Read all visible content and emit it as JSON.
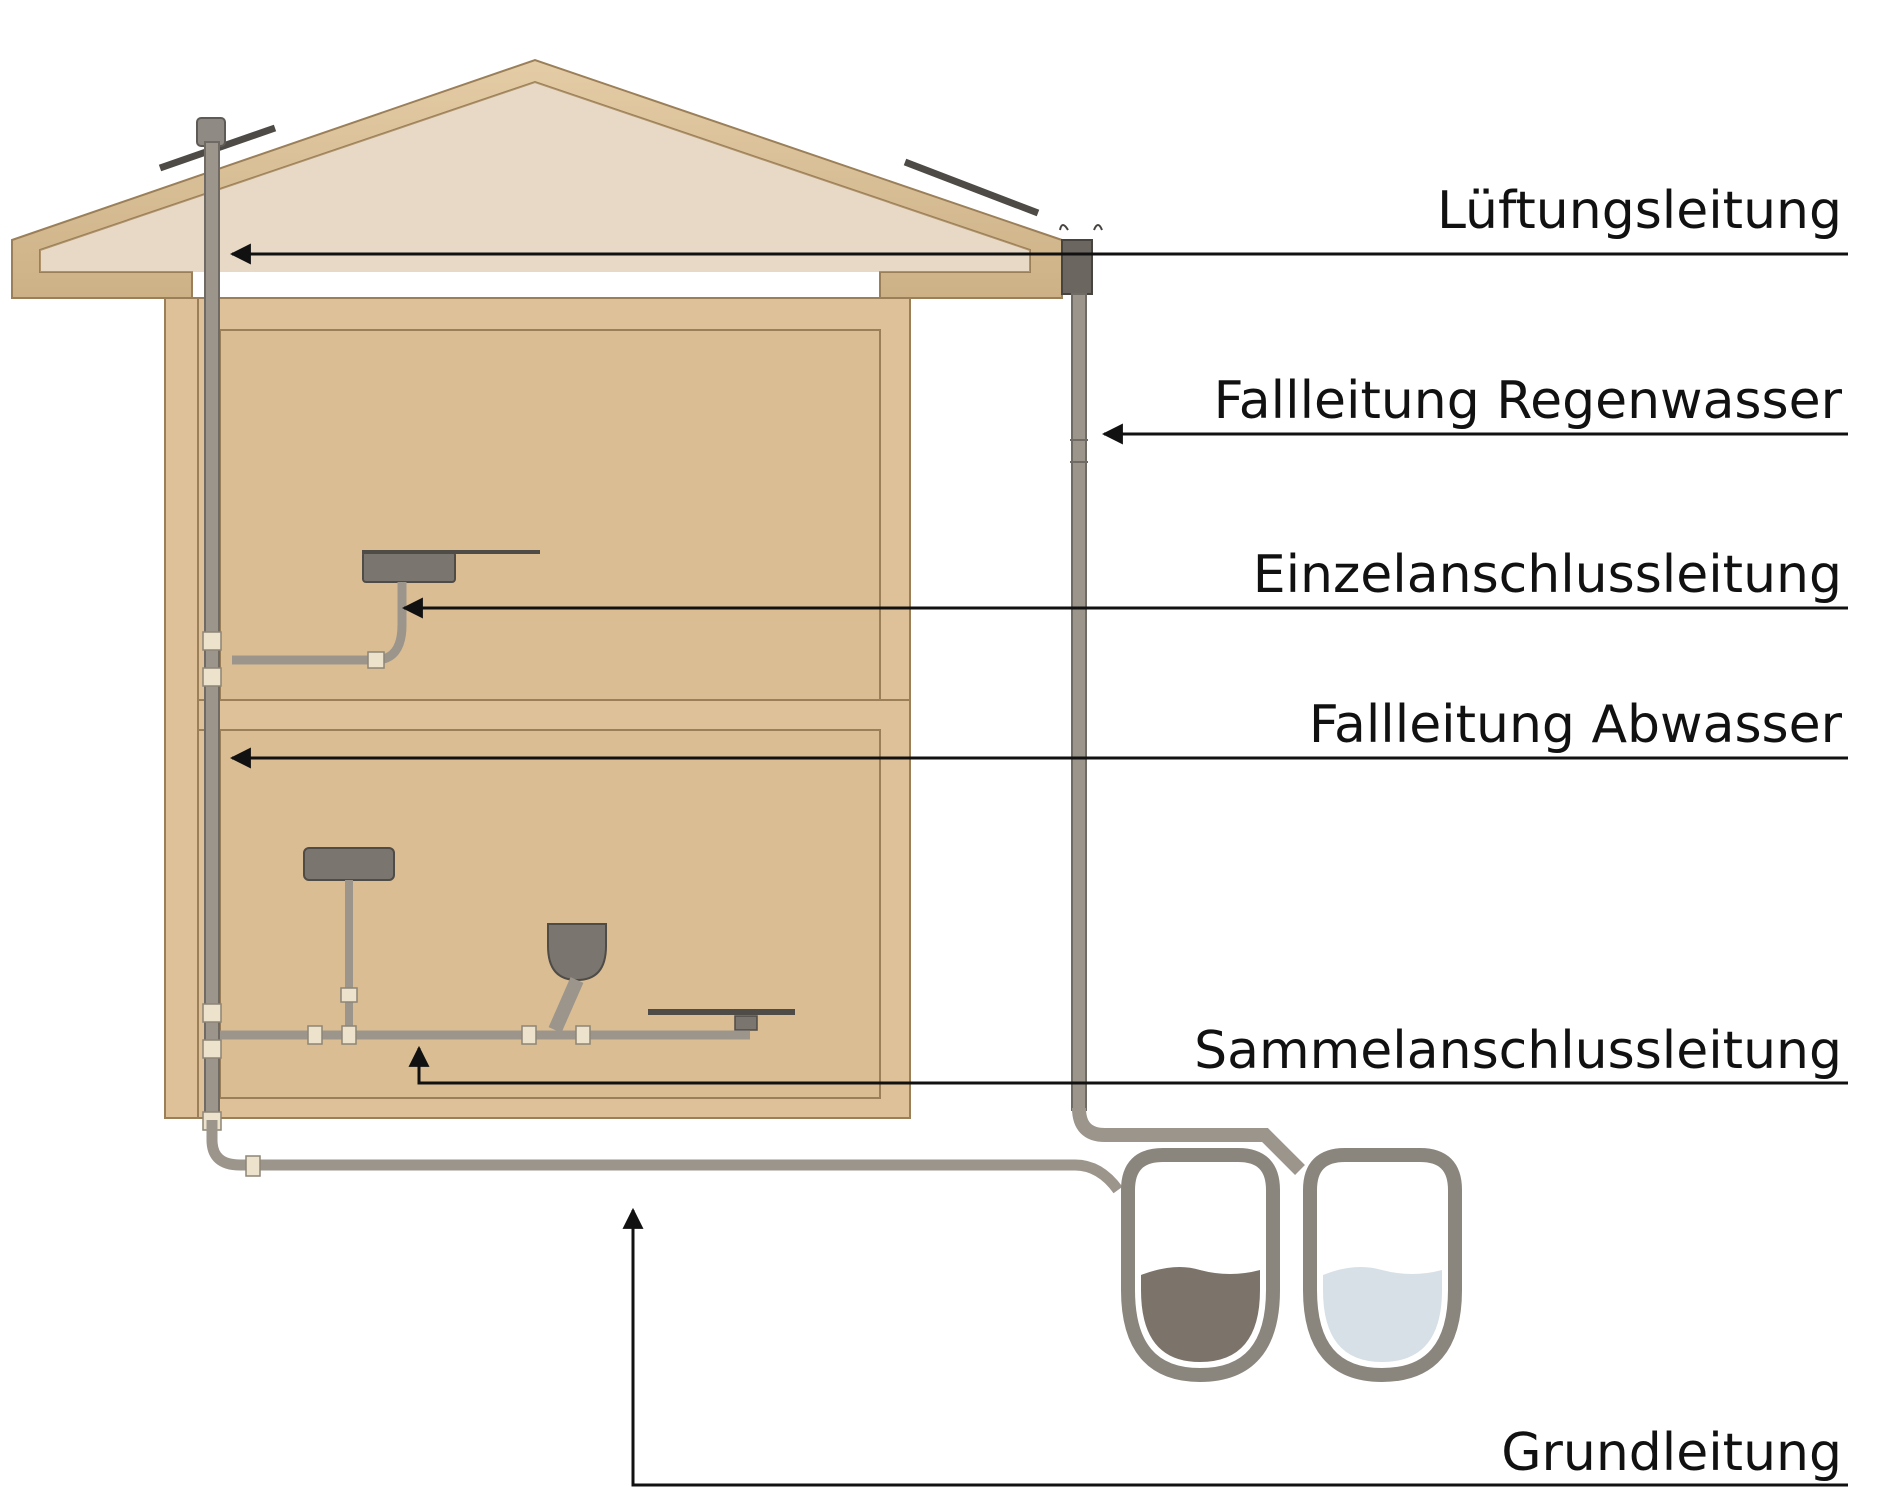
{
  "labels": {
    "lueftung": "Lüftungsleitung",
    "fall_regen": "Fallleitung Regenwasser",
    "einzel": "Einzelanschlussleitung",
    "fall_abwasser": "Fallleitung Abwasser",
    "sammel": "Sammelanschlussleitung",
    "grund": "Grundleitung"
  },
  "colors": {
    "house_fill": "#dec198",
    "house_stroke": "#9a7f59",
    "pipe": "#9b958c",
    "pipe_dark": "#6f6a63",
    "fitting": "#ede3cc",
    "wastewater": "#7c746a",
    "rainwater": "#d6e0e6",
    "tank": "#8a857d",
    "line": "#111111"
  }
}
